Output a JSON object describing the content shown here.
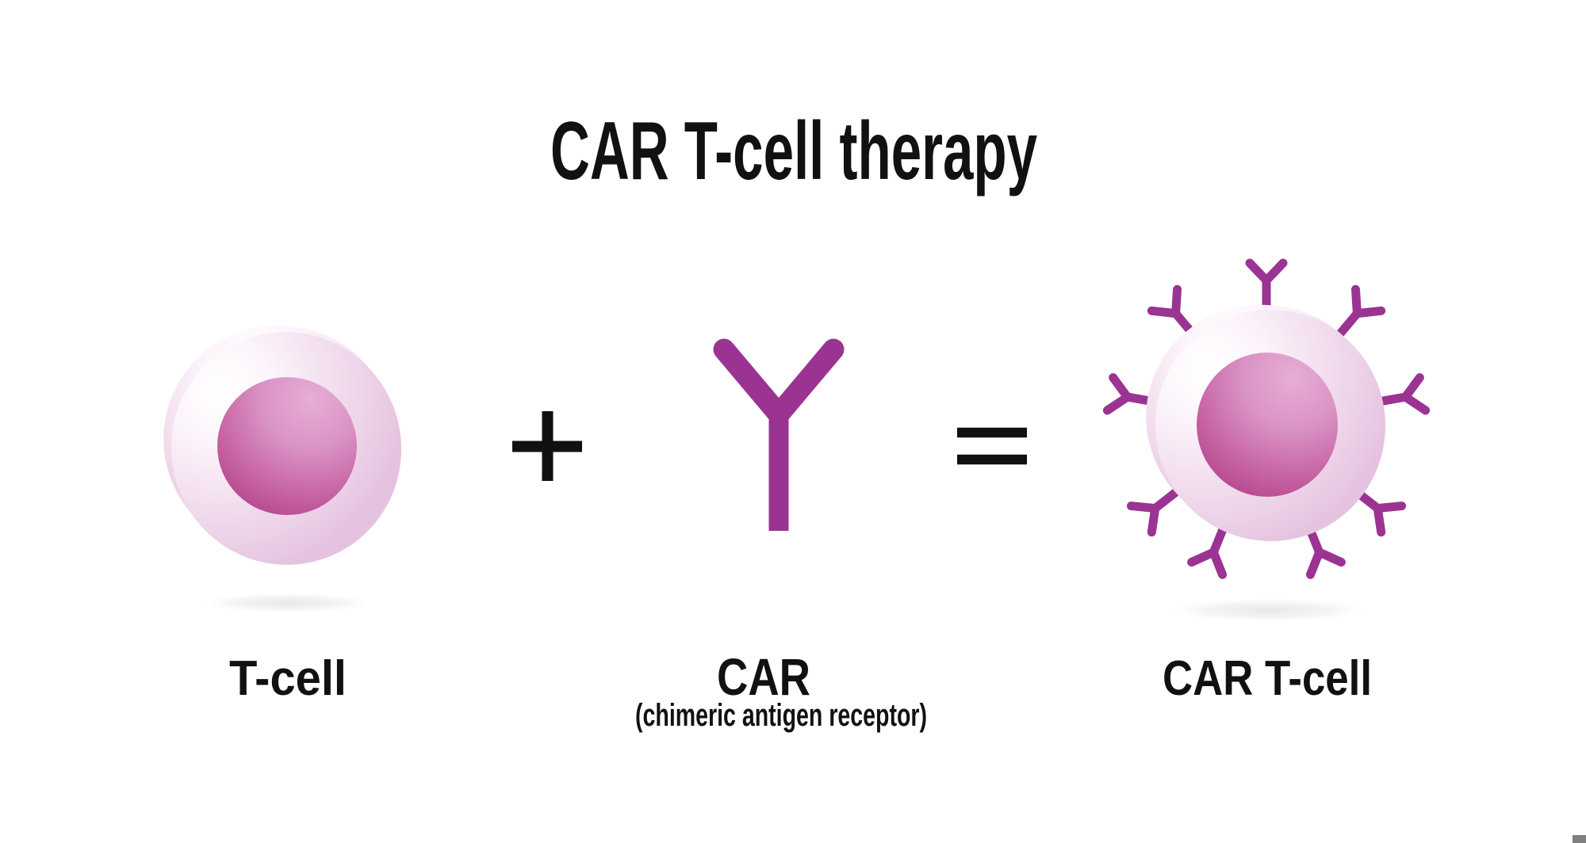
{
  "title": "CAR T-cell therapy",
  "cells": {
    "tcell": {
      "label": "T-cell"
    },
    "car": {
      "label": "CAR",
      "sublabel": "(chimeric antigen receptor)"
    },
    "car_tcell": {
      "label": "CAR T-cell",
      "receptor_count": 9
    }
  },
  "operators": {
    "plus": "+",
    "equals": "="
  },
  "colors": {
    "receptor_purple": "#9B3392",
    "nucleus_dark": "#A92D78",
    "nucleus_light": "#E6AED5",
    "cell_membrane_pink": "#E5C3E0",
    "cell_highlight": "#FFFFFF",
    "text": "#111111",
    "shadow_gray": "#D9D9D9",
    "corner_mark_gray": "#808080"
  }
}
